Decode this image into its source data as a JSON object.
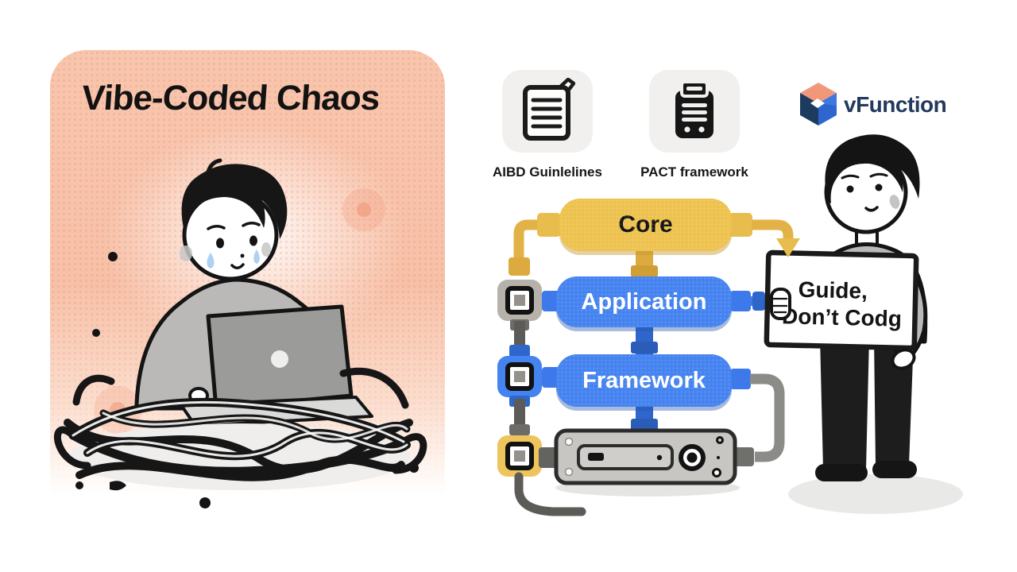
{
  "title": "Vibe-Coded Chaos",
  "resources": {
    "items": [
      {
        "label": "AIBD Guinlelines",
        "icon": "document-icon"
      },
      {
        "label": "PACT framework",
        "icon": "clipboard-icon"
      }
    ]
  },
  "brand": {
    "name": "vFunction"
  },
  "flowchart": {
    "core": "Core",
    "application": "Application",
    "framework": "Framework",
    "device": "hardware-module"
  },
  "sign": {
    "line1": "Guide,",
    "line2": "Don’t Codg"
  },
  "colors": {
    "card_salmon": "#f8c5ad",
    "accent_yellow": "#edc24f",
    "accent_blue": "#4583f0",
    "pipe_gray": "#5d5b58",
    "brand_navy": "#23395d"
  }
}
